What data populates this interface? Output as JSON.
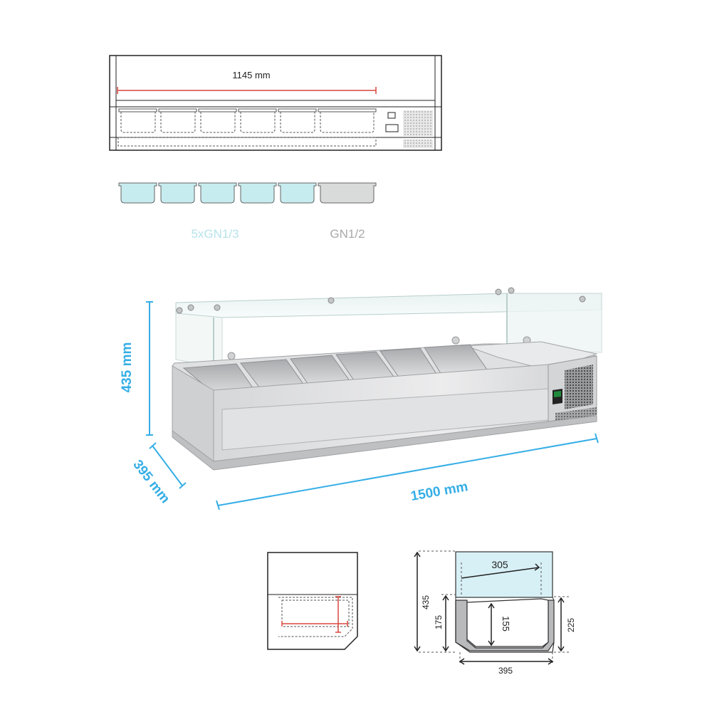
{
  "top_view": {
    "width_label": "1145 mm"
  },
  "pan_legend": {
    "small_label": "5xGN1/3",
    "large_label": "GN1/2",
    "colors": {
      "small": "#c7ecef",
      "large": "#d9dada",
      "small_text": "#b6e3ea",
      "large_text": "#a8a9aa"
    }
  },
  "product": {
    "height_label": "435 mm",
    "depth_label": "395 mm",
    "length_label": "1500 mm",
    "dimension_color": "#35aee6"
  },
  "section": {
    "top_width": "305",
    "total_height": "435",
    "left_height": "175",
    "pan_depth": "155",
    "right_height": "225",
    "bottom_width": "395"
  }
}
